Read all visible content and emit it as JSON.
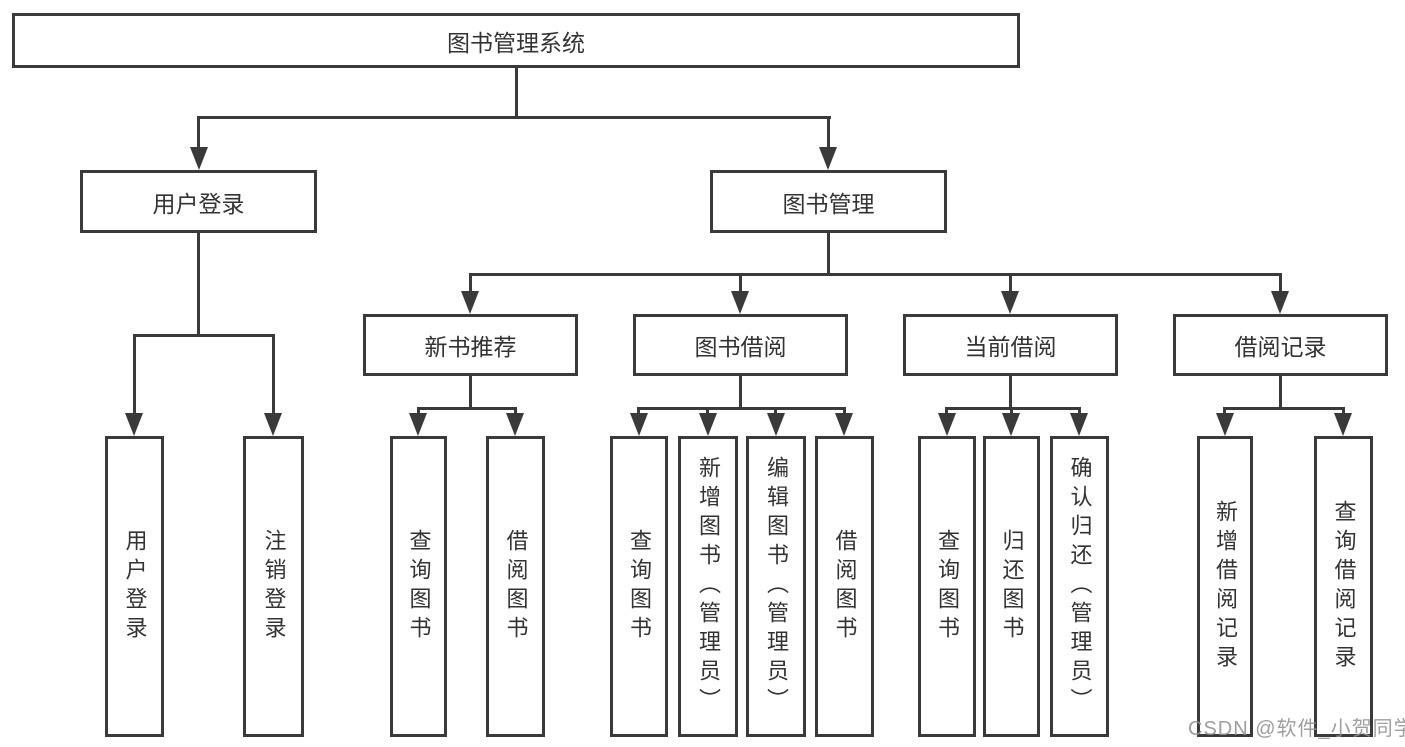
{
  "hierarchy": {
    "label": "图书管理系统",
    "children": [
      {
        "label": "用户登录",
        "children": [
          {
            "label": "用户登录"
          },
          {
            "label": "注销登录"
          }
        ]
      },
      {
        "label": "图书管理",
        "children": [
          {
            "label": "新书推荐",
            "children": [
              {
                "label": "查询图书"
              },
              {
                "label": "借阅图书"
              }
            ]
          },
          {
            "label": "图书借阅",
            "children": [
              {
                "label": "查询图书"
              },
              {
                "label": "新增图书（管理员）"
              },
              {
                "label": "编辑图书（管理员）"
              },
              {
                "label": "借阅图书"
              }
            ]
          },
          {
            "label": "当前借阅",
            "children": [
              {
                "label": "查询图书"
              },
              {
                "label": "归还图书"
              },
              {
                "label": "确认归还（管理员）"
              }
            ]
          },
          {
            "label": "借阅记录",
            "children": [
              {
                "label": "新增借阅记录"
              },
              {
                "label": "查询借阅记录"
              }
            ]
          }
        ]
      }
    ]
  },
  "colors": {
    "line": "#3a3a3a",
    "text": "#333333",
    "background": "#ffffff",
    "watermark": "#949494"
  },
  "watermark": {
    "text": "CSDN @软件_小贺同学"
  }
}
